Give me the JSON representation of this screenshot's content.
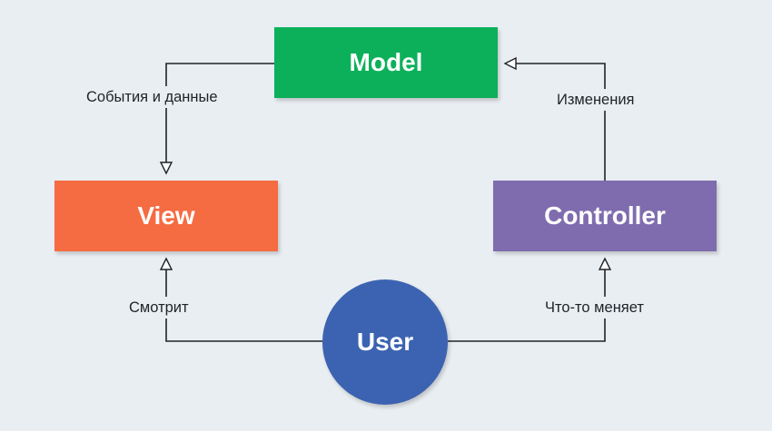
{
  "nodes": {
    "model": {
      "label": "Model",
      "color": "#0cb05b"
    },
    "view": {
      "label": "View",
      "color": "#f56b42"
    },
    "controller": {
      "label": "Controller",
      "color": "#7f6cae"
    },
    "user": {
      "label": "User",
      "color": "#3c63b1"
    }
  },
  "edges": {
    "model_to_view": {
      "label": "События и данные"
    },
    "controller_to_model": {
      "label": "Изменения"
    },
    "user_to_view": {
      "label": "Смотрит"
    },
    "user_to_controller": {
      "label": "Что-то меняет"
    }
  },
  "colors": {
    "background": "#e9eef2",
    "line": "#1f2328"
  }
}
